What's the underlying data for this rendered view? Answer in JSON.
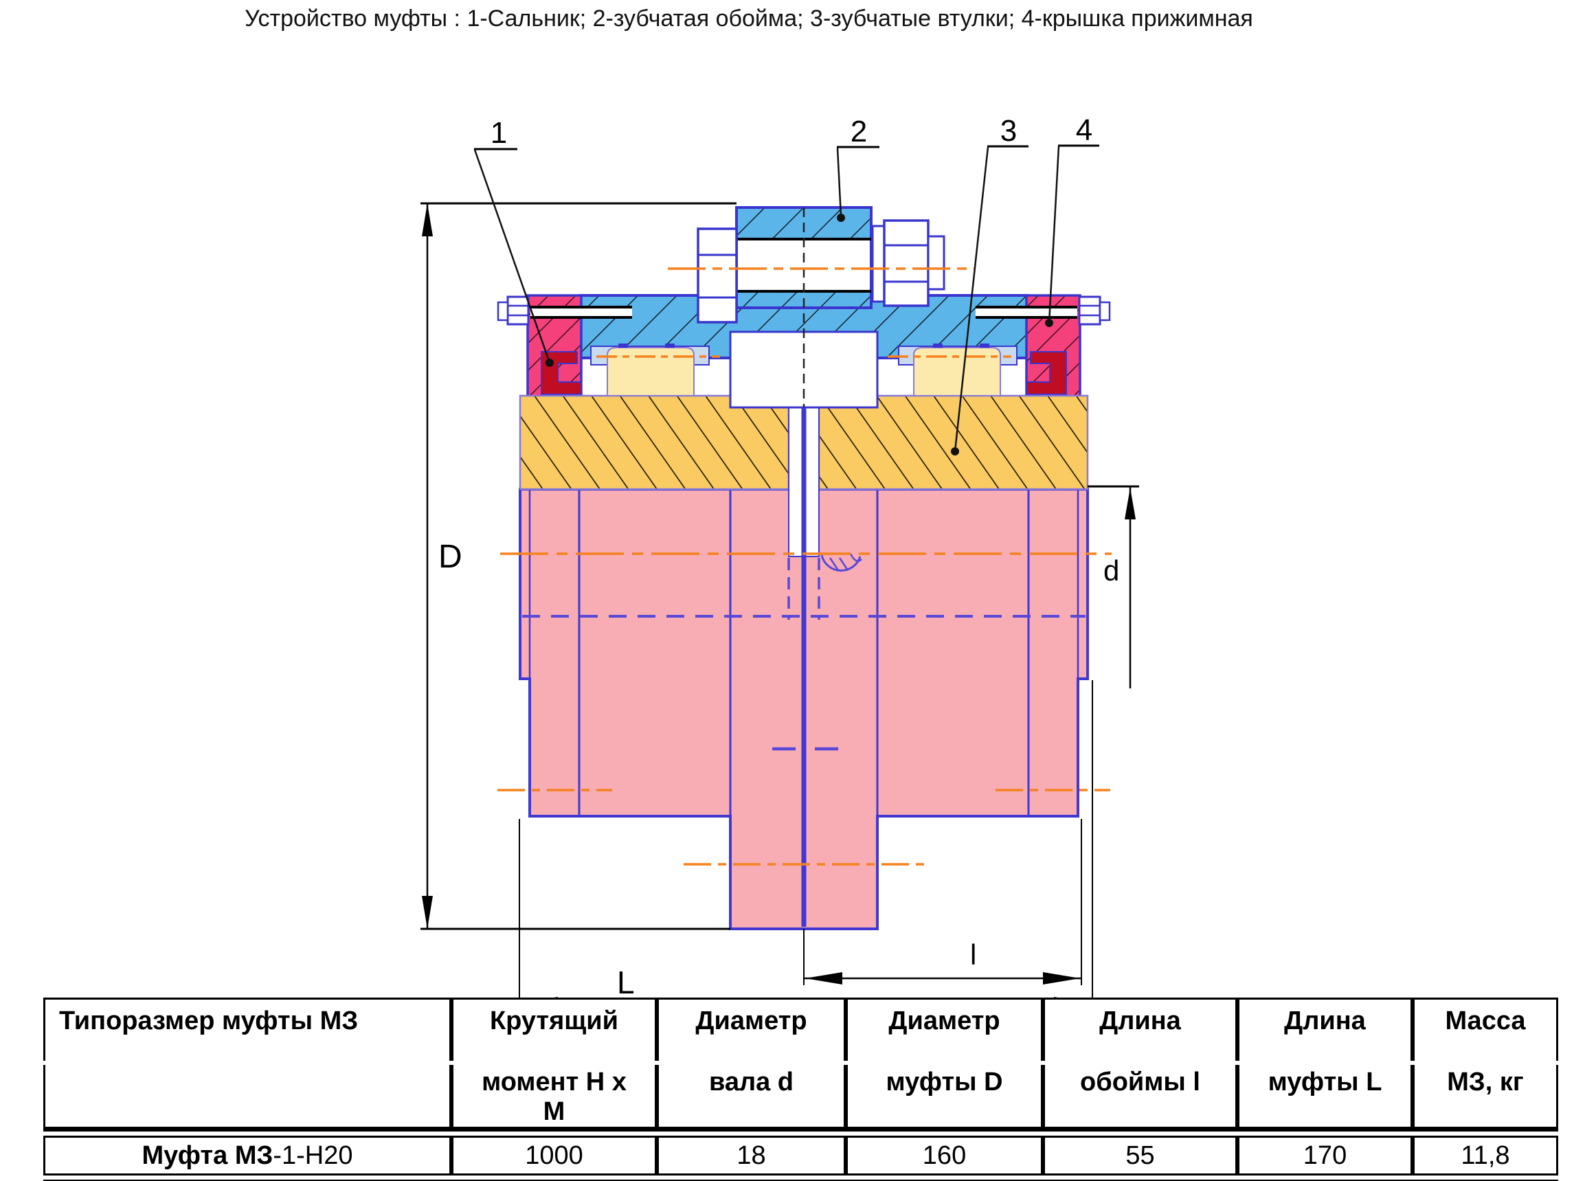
{
  "title": "Устройство муфты : 1-Сальник; 2-зубчатая обойма; 3-зубчатые втулки; 4-крышка прижимная",
  "diagram": {
    "callouts": [
      "1",
      "2",
      "3",
      "4"
    ],
    "dims": {
      "D": "D",
      "d": "d",
      "L": "L",
      "l": "l"
    },
    "colors": {
      "sleeve_blue": "#5CB5E8",
      "cover_pink": "#F4417C",
      "seal_dark_red": "#C00D24",
      "bushing_yellow": "#F9CB62",
      "tooth_pale_yellow": "#FCE9AC",
      "strip_pale_blue": "#C7DAEE",
      "hub_salmon": "#F8ADB4",
      "outline_blue": "#3A35CE",
      "centerline_orange": "#F5821F",
      "hidden_line_purple": "#5948D8"
    }
  },
  "table": {
    "headers": [
      {
        "line1": "Типоразмер муфты МЗ",
        "line2": ""
      },
      {
        "line1": "Крутящий",
        "line2": "момент Н х\nМ"
      },
      {
        "line1": "Диаметр",
        "line2": "вала d"
      },
      {
        "line1": "Диаметр",
        "line2": "муфты D"
      },
      {
        "line1": "Длина",
        "line2": "обоймы l"
      },
      {
        "line1": "Длина",
        "line2": "муфты L"
      },
      {
        "line1": "Масса",
        "line2": "МЗ, кг"
      }
    ],
    "row": {
      "type_bold": "Муфта МЗ",
      "type_rest": "-1-Н20",
      "torque": "1000",
      "shaft_d": "18",
      "coupling_d": "160",
      "sleeve_l": "55",
      "coupling_l": "170",
      "mass": "11,8"
    }
  }
}
